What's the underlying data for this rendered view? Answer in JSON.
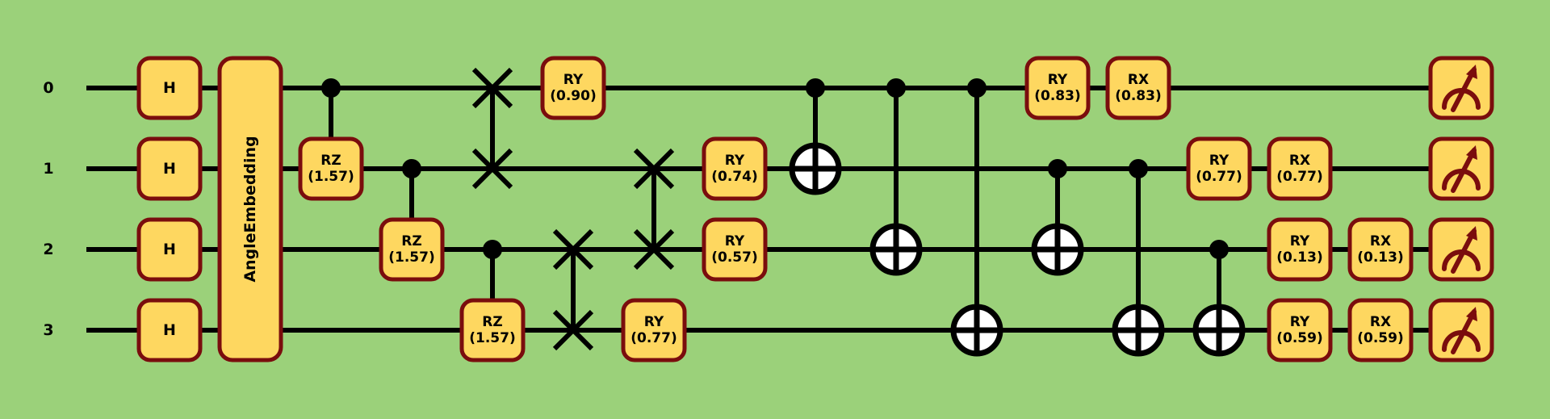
{
  "colors": {
    "background": "#9bd17a",
    "gate_fill": "#fed760",
    "gate_border": "#7a0d0d",
    "wire": "#000000",
    "target_fill": "#ffffff",
    "meter": "#7a0d0d"
  },
  "wires": [
    {
      "label": "0"
    },
    {
      "label": "1"
    },
    {
      "label": "2"
    },
    {
      "label": "3"
    }
  ],
  "gates": [
    {
      "id": "h0",
      "name": "H",
      "param": "",
      "wire": 0
    },
    {
      "id": "h1",
      "name": "H",
      "param": "",
      "wire": 1
    },
    {
      "id": "h2",
      "name": "H",
      "param": "",
      "wire": 2
    },
    {
      "id": "h3",
      "name": "H",
      "param": "",
      "wire": 3
    },
    {
      "id": "embed",
      "name": "AngleEmbedding",
      "param": "",
      "wires": [
        0,
        3
      ]
    },
    {
      "id": "rz1",
      "name": "RZ",
      "param": "(1.57)",
      "wire": 1
    },
    {
      "id": "rz2",
      "name": "RZ",
      "param": "(1.57)",
      "wire": 2
    },
    {
      "id": "rz3",
      "name": "RZ",
      "param": "(1.57)",
      "wire": 3
    },
    {
      "id": "ry0a",
      "name": "RY",
      "param": "(0.90)",
      "wire": 0
    },
    {
      "id": "ry3a",
      "name": "RY",
      "param": "(0.77)",
      "wire": 3
    },
    {
      "id": "ry1a",
      "name": "RY",
      "param": "(0.74)",
      "wire": 1
    },
    {
      "id": "ry2a",
      "name": "RY",
      "param": "(0.57)",
      "wire": 2
    },
    {
      "id": "ry0b",
      "name": "RY",
      "param": "(0.83)",
      "wire": 0
    },
    {
      "id": "rx0b",
      "name": "RX",
      "param": "(0.83)",
      "wire": 0
    },
    {
      "id": "ry1b",
      "name": "RY",
      "param": "(0.77)",
      "wire": 1
    },
    {
      "id": "rx1b",
      "name": "RX",
      "param": "(0.77)",
      "wire": 1
    },
    {
      "id": "ry2b",
      "name": "RY",
      "param": "(0.13)",
      "wire": 2
    },
    {
      "id": "rx2b",
      "name": "RX",
      "param": "(0.13)",
      "wire": 2
    },
    {
      "id": "ry3b",
      "name": "RY",
      "param": "(0.59)",
      "wire": 3
    },
    {
      "id": "rx3b",
      "name": "RX",
      "param": "(0.59)",
      "wire": 3
    }
  ],
  "controlled_rz": [
    {
      "control": 0,
      "target": 1
    },
    {
      "control": 1,
      "target": 2
    },
    {
      "control": 2,
      "target": 3
    }
  ],
  "swaps": [
    {
      "wires": [
        0,
        1
      ]
    },
    {
      "wires": [
        2,
        3
      ]
    },
    {
      "wires": [
        1,
        2
      ]
    }
  ],
  "cnots": [
    {
      "control": 0,
      "target": 1
    },
    {
      "control": 0,
      "target": 2
    },
    {
      "control": 0,
      "target": 3
    },
    {
      "control": 1,
      "target": 2
    },
    {
      "control": 1,
      "target": 3
    },
    {
      "control": 2,
      "target": 3
    }
  ],
  "measurements": [
    {
      "wire": 0
    },
    {
      "wire": 1
    },
    {
      "wire": 2
    },
    {
      "wire": 3
    }
  ]
}
